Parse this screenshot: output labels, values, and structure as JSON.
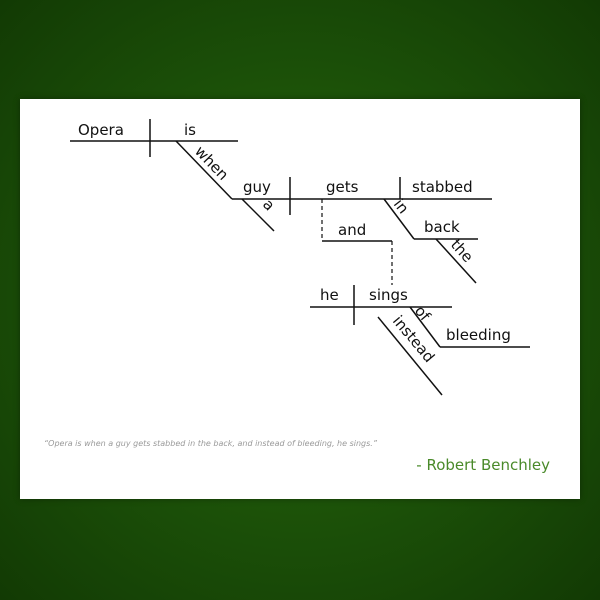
{
  "diagram": {
    "words": {
      "opera": "Opera",
      "is": "is",
      "when": "when",
      "guy": "guy",
      "a": "a",
      "gets": "gets",
      "stabbed": "stabbed",
      "in": "in",
      "back": "back",
      "the": "the",
      "and": "and",
      "he": "he",
      "sings": "sings",
      "of": "of",
      "bleeding": "bleeding",
      "instead": "instead"
    }
  },
  "quote": {
    "text": "“Opera is when a guy gets stabbed in the back, and instead of bleeding, he sings.”",
    "author": "- Robert Benchley"
  },
  "colors": {
    "background": "#1d5409",
    "card": "#ffffff",
    "author": "#4a8a2a",
    "quote": "#9a9a9a"
  }
}
